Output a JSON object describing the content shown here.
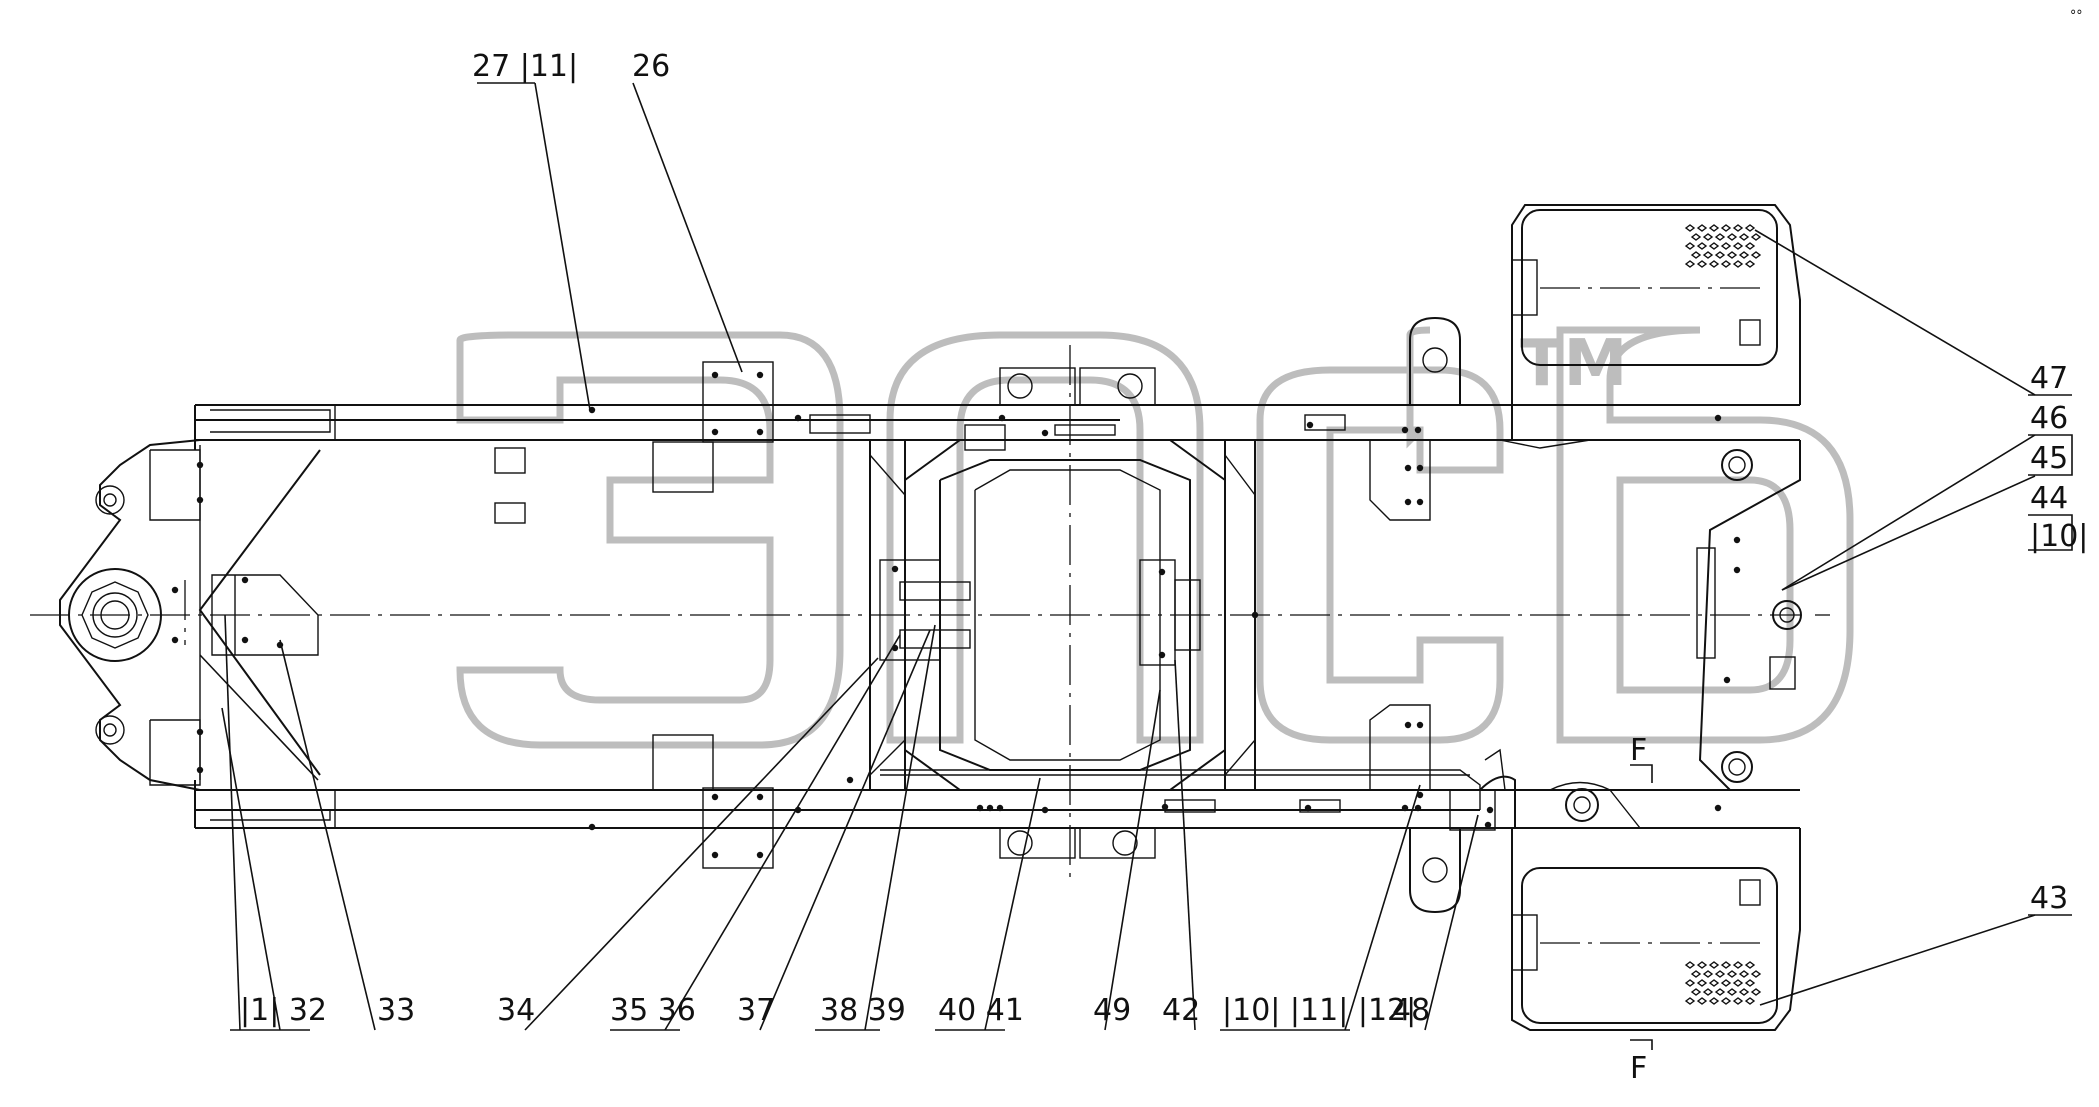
{
  "watermark": {
    "mark": "TM"
  },
  "callouts": {
    "c27": "27 |11|",
    "c26": "26",
    "c47": "47",
    "c46": "46",
    "c45": "45",
    "c44": "44",
    "c10a": "|10|",
    "c43": "43",
    "c1_32": "|1|  32",
    "c33": "33",
    "c34": "34",
    "c35_36": "35 36",
    "c37": "37",
    "c38_39": "38 39",
    "c40_41": "40  41",
    "c49": "49",
    "c42": "42",
    "c10_11_12": "|10| |11| |12|",
    "c48": "48",
    "sectF_top": "F",
    "sectF_bot": "F"
  },
  "corner": {
    "mark": "°°"
  }
}
